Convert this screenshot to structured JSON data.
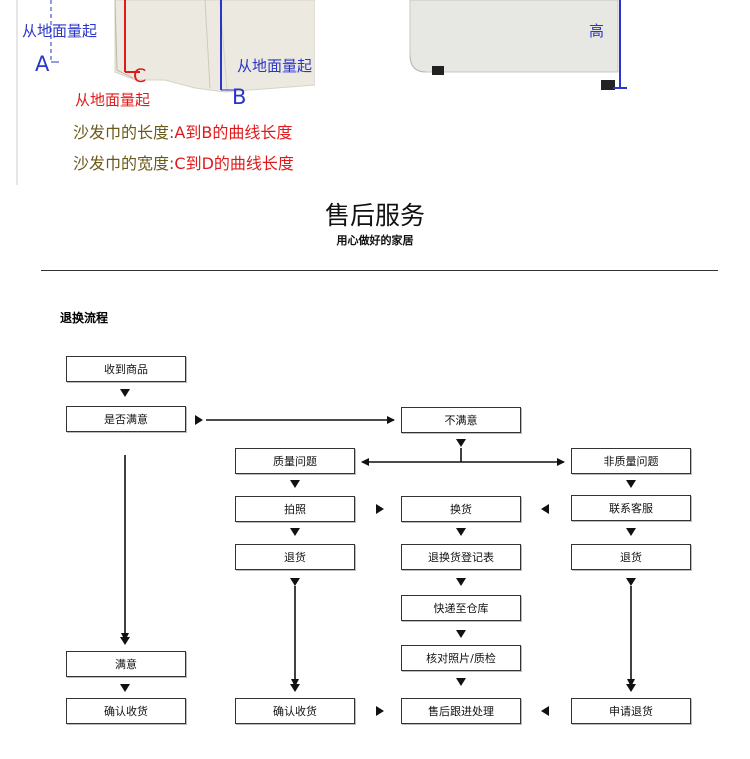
{
  "measure": {
    "from_ground_left": "从地面量起",
    "label_a": "A",
    "label_c": "C",
    "from_ground_red": "从地面量起",
    "from_ground_right": "从地面量起",
    "label_b": "B",
    "length_prefix": "沙发巾的长度:",
    "length_value": "A到B的曲线长度",
    "width_prefix": "沙发巾的宽度:",
    "width_value": "C到D的曲线长度",
    "height_label": "高"
  },
  "header": {
    "title": "售后服务",
    "subtitle": "用心做好的家居"
  },
  "flow": {
    "section_title": "退换流程",
    "left": {
      "receive": "收到商品",
      "satisfied_q": "是否满意",
      "satisfied": "满意",
      "confirm": "确认收货"
    },
    "center": {
      "not_satisfied": "不满意",
      "exchange": "换货",
      "register": "退换货登记表",
      "courier": "快递至仓库",
      "verify": "核对照片/质检",
      "followup": "售后跟进处理"
    },
    "quality": {
      "issue": "质量问题",
      "photo": "拍照",
      "return": "退货",
      "confirm": "确认收货"
    },
    "nonquality": {
      "issue": "非质量问题",
      "contact": "联系客服",
      "return": "退货",
      "apply": "申请退货"
    }
  }
}
